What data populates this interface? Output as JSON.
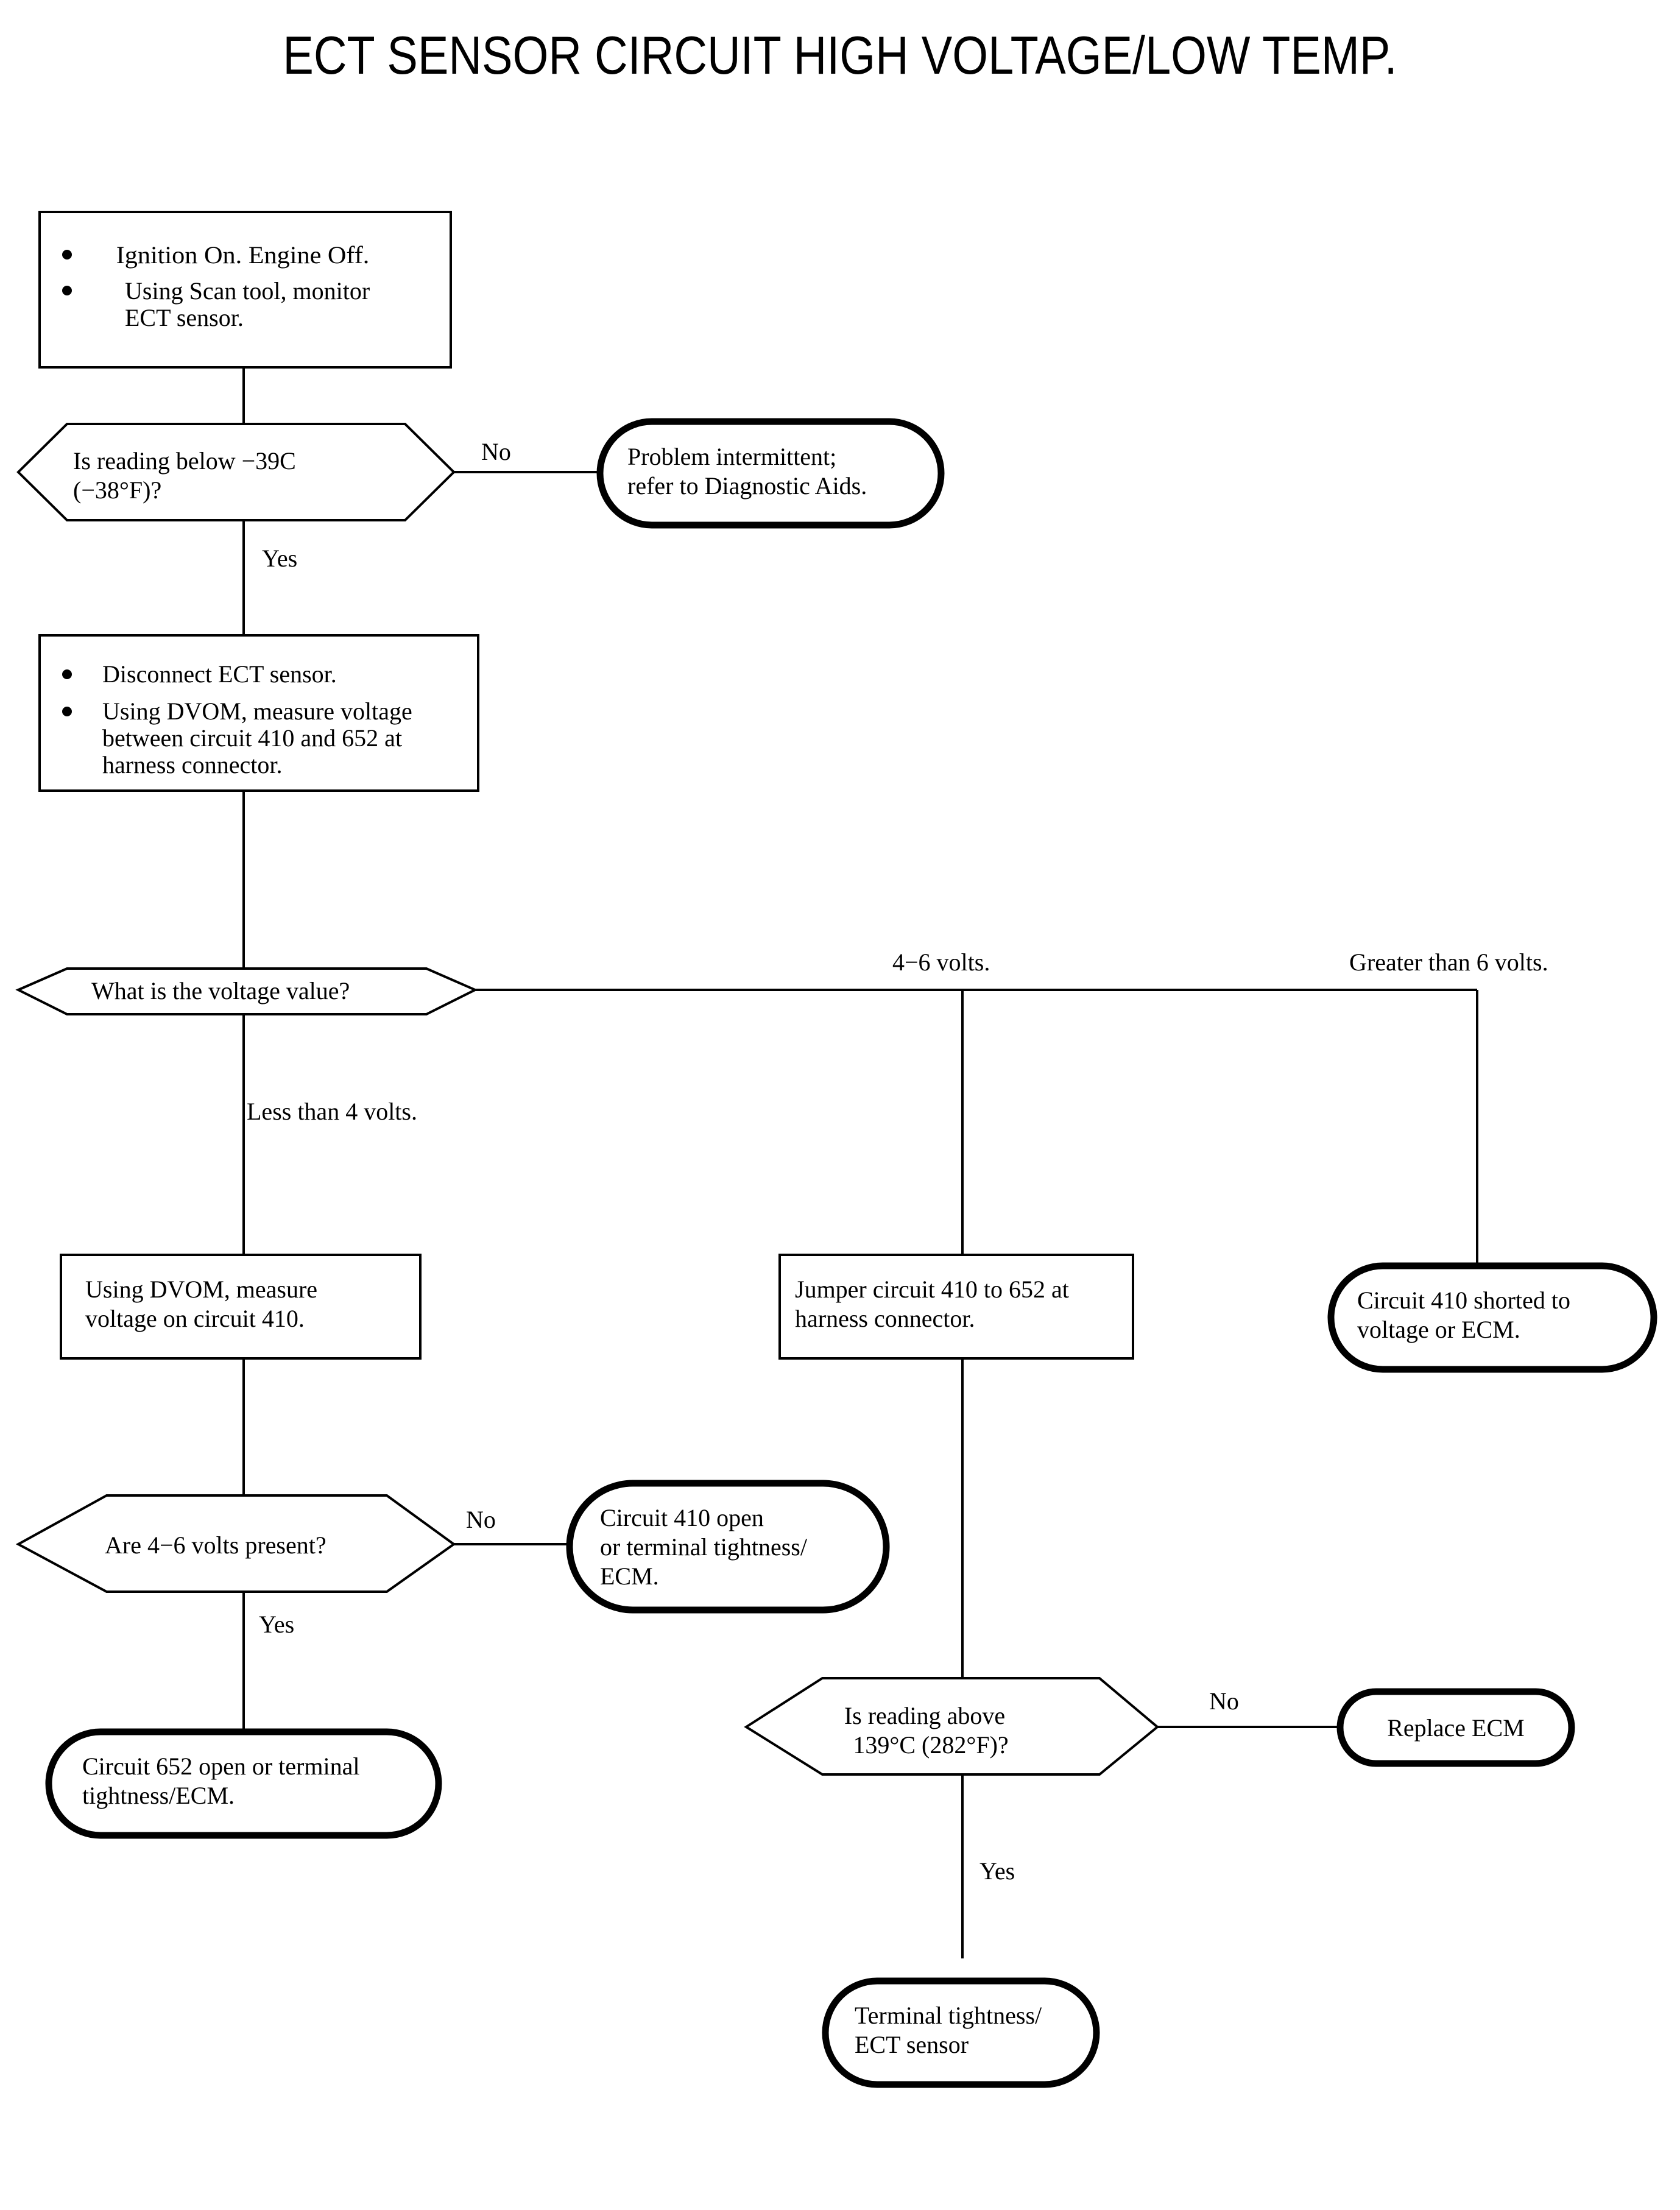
{
  "title": "ECT SENSOR CIRCUIT HIGH VOLTAGE/LOW TEMP.",
  "chart_data": {
    "type": "diagram",
    "diagram_kind": "flowchart",
    "title": "ECT SENSOR CIRCUIT HIGH VOLTAGE/LOW TEMP.",
    "orientation": "top-to-bottom",
    "node_count": 13,
    "edge_count": 12
  },
  "nodes": {
    "step_initial": {
      "shape": "process",
      "bullets": [
        "Ignition On. Engine Off.",
        "Using Scan tool, monitor\nECT sensor."
      ]
    },
    "decision_reading_low": {
      "shape": "decision",
      "lines": [
        "Is reading below −39C",
        "(−38°F)?"
      ]
    },
    "term_intermittent": {
      "shape": "terminal",
      "lines": [
        "Problem intermittent;",
        "refer to Diagnostic Aids."
      ]
    },
    "step_disconnect": {
      "shape": "process",
      "bullets": [
        "Disconnect ECT sensor.",
        "Using DVOM, measure voltage\nbetween circuit 410 and 652 at\nharness connector."
      ]
    },
    "decision_voltage_value": {
      "shape": "decision",
      "lines": [
        "What is the voltage value?"
      ]
    },
    "step_measure_410": {
      "shape": "process",
      "lines": [
        "Using DVOM, measure",
        "voltage on circuit 410."
      ]
    },
    "step_jumper": {
      "shape": "process",
      "lines": [
        "Jumper circuit 410 to 652 at",
        "harness connector."
      ]
    },
    "term_shorted": {
      "shape": "terminal",
      "lines": [
        "Circuit 410 shorted to",
        "voltage or ECM."
      ]
    },
    "decision_46_present": {
      "shape": "decision",
      "lines": [
        "Are 4−6 volts present?"
      ]
    },
    "term_410_open": {
      "shape": "terminal",
      "lines": [
        "Circuit 410 open",
        "or terminal tightness/",
        "ECM."
      ]
    },
    "term_652_open": {
      "shape": "terminal",
      "lines": [
        "Circuit 652 open or terminal",
        "tightness/ECM."
      ]
    },
    "decision_reading_high": {
      "shape": "decision",
      "lines": [
        "Is reading above",
        "139°C (282°F)?"
      ]
    },
    "term_replace_ecm": {
      "shape": "terminal",
      "lines": [
        "Replace ECM"
      ]
    },
    "term_terminal_tightness": {
      "shape": "terminal",
      "lines": [
        "Terminal tightness/",
        "ECT sensor"
      ]
    }
  },
  "edge_labels": {
    "no_1": "No",
    "yes_1": "Yes",
    "less_than_4": "Less than 4 volts.",
    "four_to_six": "4−6 volts.",
    "greater_than_6": "Greater than 6 volts.",
    "no_2": "No",
    "yes_2": "Yes",
    "no_3": "No",
    "yes_3": "Yes"
  },
  "colors": {
    "page_background": "#ffffff",
    "ink": "#000000"
  }
}
